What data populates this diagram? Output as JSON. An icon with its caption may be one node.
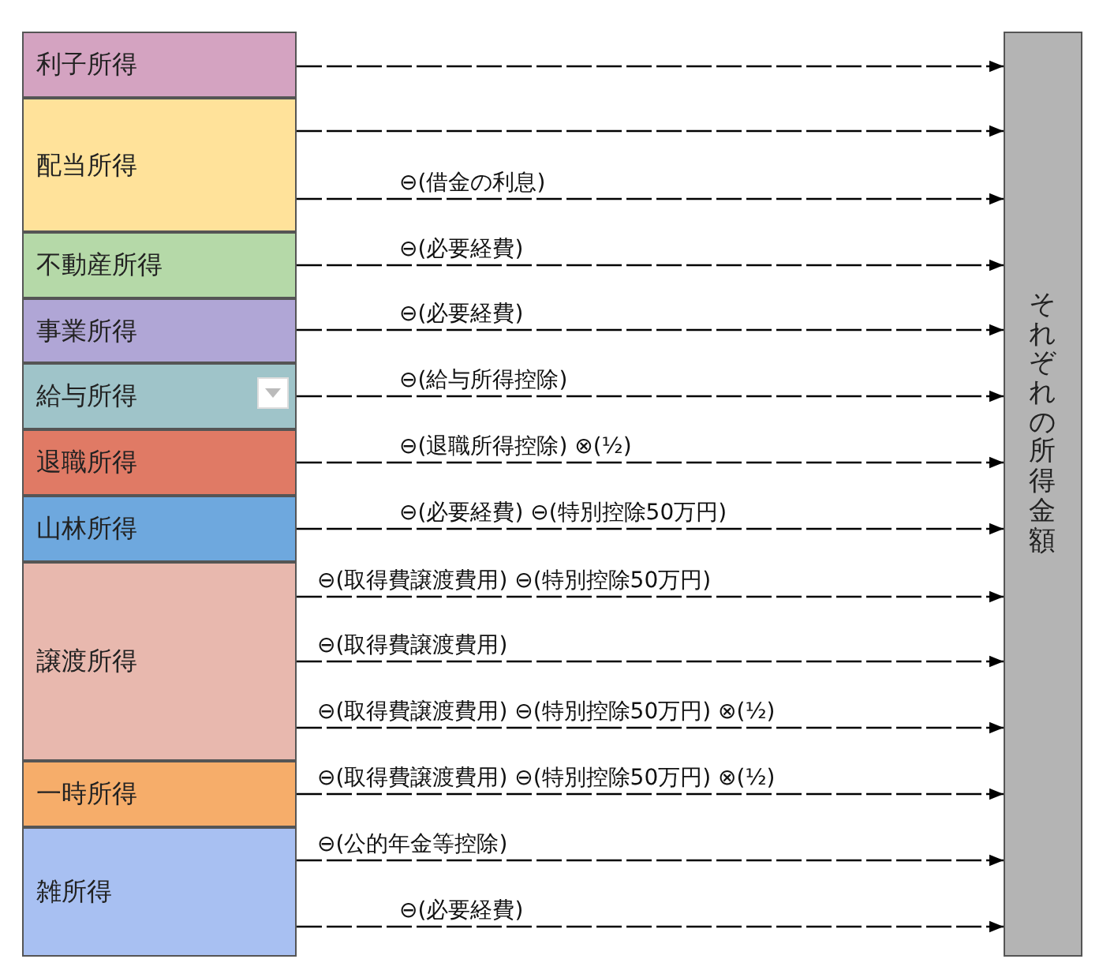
{
  "diagram": {
    "nodes": [
      {
        "text": [
          "利子所得"
        ]
      },
      {
        "text": [
          "配当所得"
        ]
      },
      {
        "text": [
          "不動産所得"
        ]
      },
      {
        "text": [
          "事業所得"
        ]
      },
      {
        "text": [
          "給与所得"
        ]
      },
      {
        "text": [
          "退職所得"
        ]
      },
      {
        "text": [
          "山林所得"
        ]
      },
      {
        "text": [
          "譲渡所得"
        ]
      },
      {
        "text": [
          "一時所得"
        ]
      },
      {
        "text": [
          "雑所得"
        ]
      },
      {
        "text": [
          "それぞれの所得金額"
        ]
      }
    ],
    "edges": [
      {
        "from": 0,
        "to": 10,
        "arrow": "to"
      },
      {
        "from": 1,
        "to": 10,
        "arrow": "to"
      },
      {
        "from": 1,
        "to": 10,
        "arrow": "to",
        "label": "⊖(借金の利息)"
      },
      {
        "from": 2,
        "to": 10,
        "arrow": "to",
        "label": "⊖(必要経費)"
      },
      {
        "from": 3,
        "to": 10,
        "arrow": "to",
        "label": "⊖(必要経費)"
      },
      {
        "from": 4,
        "to": 10,
        "arrow": "to",
        "label": "⊖(給与所得控除)"
      },
      {
        "from": 5,
        "to": 10,
        "arrow": "to",
        "label": "⊖(退職所得控除) ⊗(½)"
      },
      {
        "from": 6,
        "to": 10,
        "arrow": "to",
        "label": "⊖(必要経費) ⊖(特別控除50万円)"
      },
      {
        "from": 7,
        "to": 10,
        "arrow": "to",
        "label": "⊖(取得費譲渡費用) ⊖(特別控除50万円)"
      },
      {
        "from": 7,
        "to": 10,
        "arrow": "to",
        "label": "⊖(取得費譲渡費用)"
      },
      {
        "from": 7,
        "to": 10,
        "arrow": "to",
        "label": "⊖(取得費譲渡費用) ⊖(特別控除50万円) ⊗(½)"
      },
      {
        "from": 8,
        "to": 10,
        "arrow": "to",
        "label": "⊖(取得費譲渡費用) ⊖(特別控除50万円) ⊗(½)"
      },
      {
        "from": 9,
        "to": 10,
        "arrow": "to",
        "label": "⊖(公的年金等控除)"
      },
      {
        "from": 9,
        "to": 10,
        "arrow": "to",
        "label": "⊖(必要経費)"
      }
    ]
  }
}
